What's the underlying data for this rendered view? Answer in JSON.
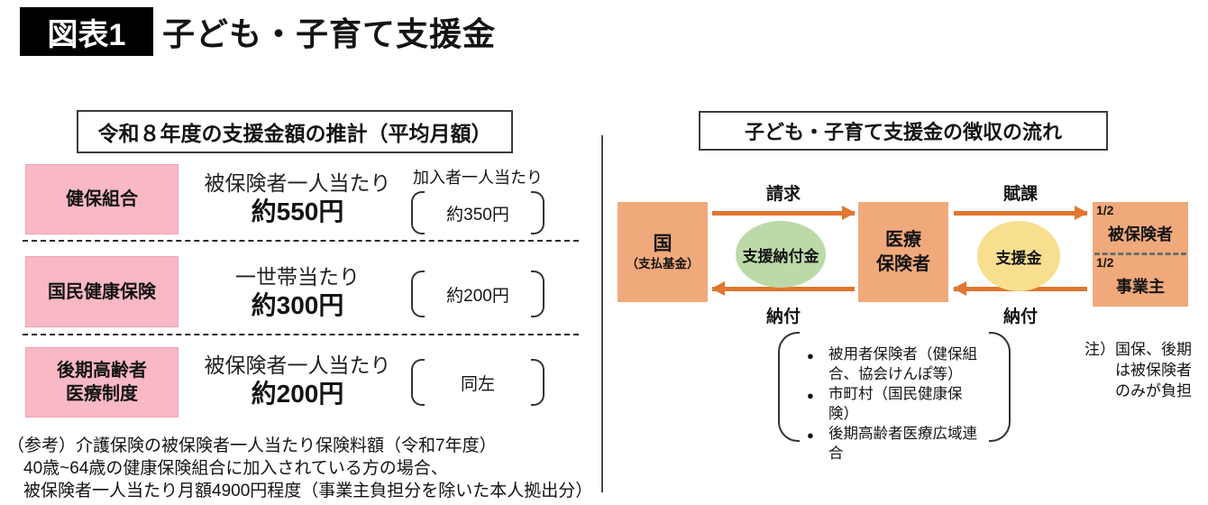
{
  "title": {
    "badge": "図表1",
    "text": "子ども・子育て支援金"
  },
  "left_panel": {
    "header": "令和８年度の支援金額の推計（平均月額）",
    "rows": [
      {
        "label_lines": [
          "健保組合"
        ],
        "per_label": "被保険者一人当たり",
        "amount": "約550円",
        "side_label": "加入者一人当たり",
        "side_value": "約350円"
      },
      {
        "label_lines": [
          "国民健康保険"
        ],
        "per_label": "一世帯当たり",
        "amount": "約300円",
        "side_label": "",
        "side_value": "約200円"
      },
      {
        "label_lines": [
          "後期高齢者",
          "医療制度"
        ],
        "per_label": "被保険者一人当たり",
        "amount": "約200円",
        "side_label": "",
        "side_value": "同左"
      }
    ],
    "notes": [
      "（参考）介護保険の被保険者一人当たり保険料額（令和7年度）",
      "40歳~64歳の健康保険組合に加入されている方の場合、",
      "被保険者一人当たり月額4900円程度（事業主負担分を除いた本人拠出分）"
    ]
  },
  "right_panel": {
    "header": "子ども・子育て支援金の徴収の流れ",
    "nodes": {
      "national": {
        "line1": "国",
        "line2": "（支払基金）"
      },
      "insurer": {
        "line1": "医療",
        "line2": "保険者"
      },
      "payer": {
        "top_fraction": "1/2",
        "top_label": "被保険者",
        "bottom_fraction": "1/2",
        "bottom_label": "事業主"
      }
    },
    "flows": {
      "request": "請求",
      "levy": "賦課",
      "payment_left": "納付",
      "payment_right": "納付"
    },
    "ellipses": {
      "support_payment": "支援納付金",
      "support": "支援金"
    },
    "insurers": {
      "bullet": "●",
      "items": [
        "被用者保険者（健保組合、協会けんぽ等）",
        "市町村（国民健康保険）",
        "後期高齢者医療広域連合"
      ]
    },
    "note": {
      "prefix": "注）",
      "body": "国保、後期は被保険者のみが負担"
    }
  },
  "colors": {
    "pink": "#F8B9C4",
    "orange_node": "#F0A97B",
    "arrow_orange": "#E0762F",
    "green_ellipse": "#BCDAA8",
    "yellow_ellipse": "#F8DF8F"
  }
}
